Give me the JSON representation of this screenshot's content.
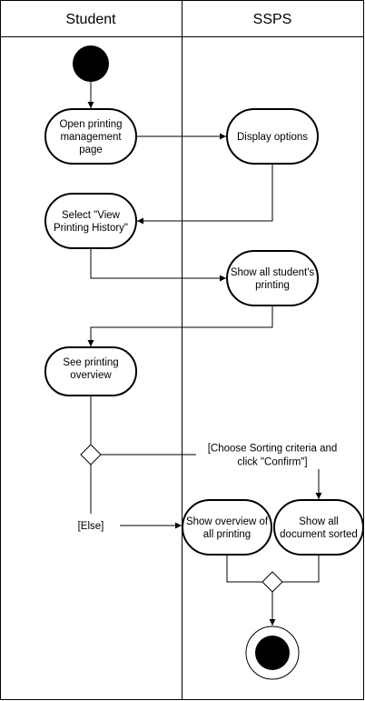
{
  "lanes": {
    "left": {
      "title": "Student"
    },
    "right": {
      "title": "SSPS"
    }
  },
  "nodes": {
    "open_page": {
      "lines": [
        "Open printing",
        "management",
        "page"
      ]
    },
    "display_options": {
      "lines": [
        "Display options"
      ]
    },
    "select_history": {
      "lines": [
        "Select \"View",
        "Printing History\""
      ]
    },
    "show_all_printing": {
      "lines": [
        "Show all student's",
        "printing"
      ]
    },
    "see_overview": {
      "lines": [
        "See printing",
        "overview"
      ]
    },
    "show_overview": {
      "lines": [
        "Show overview of",
        "all printing"
      ]
    },
    "show_sorted": {
      "lines": [
        "Show all",
        "document sorted"
      ]
    }
  },
  "guards": {
    "sort": {
      "lines": [
        "[Choose Sorting criteria and",
        "click \"Confirm\"]"
      ]
    },
    "else": {
      "lines": [
        "[Else]"
      ]
    }
  }
}
